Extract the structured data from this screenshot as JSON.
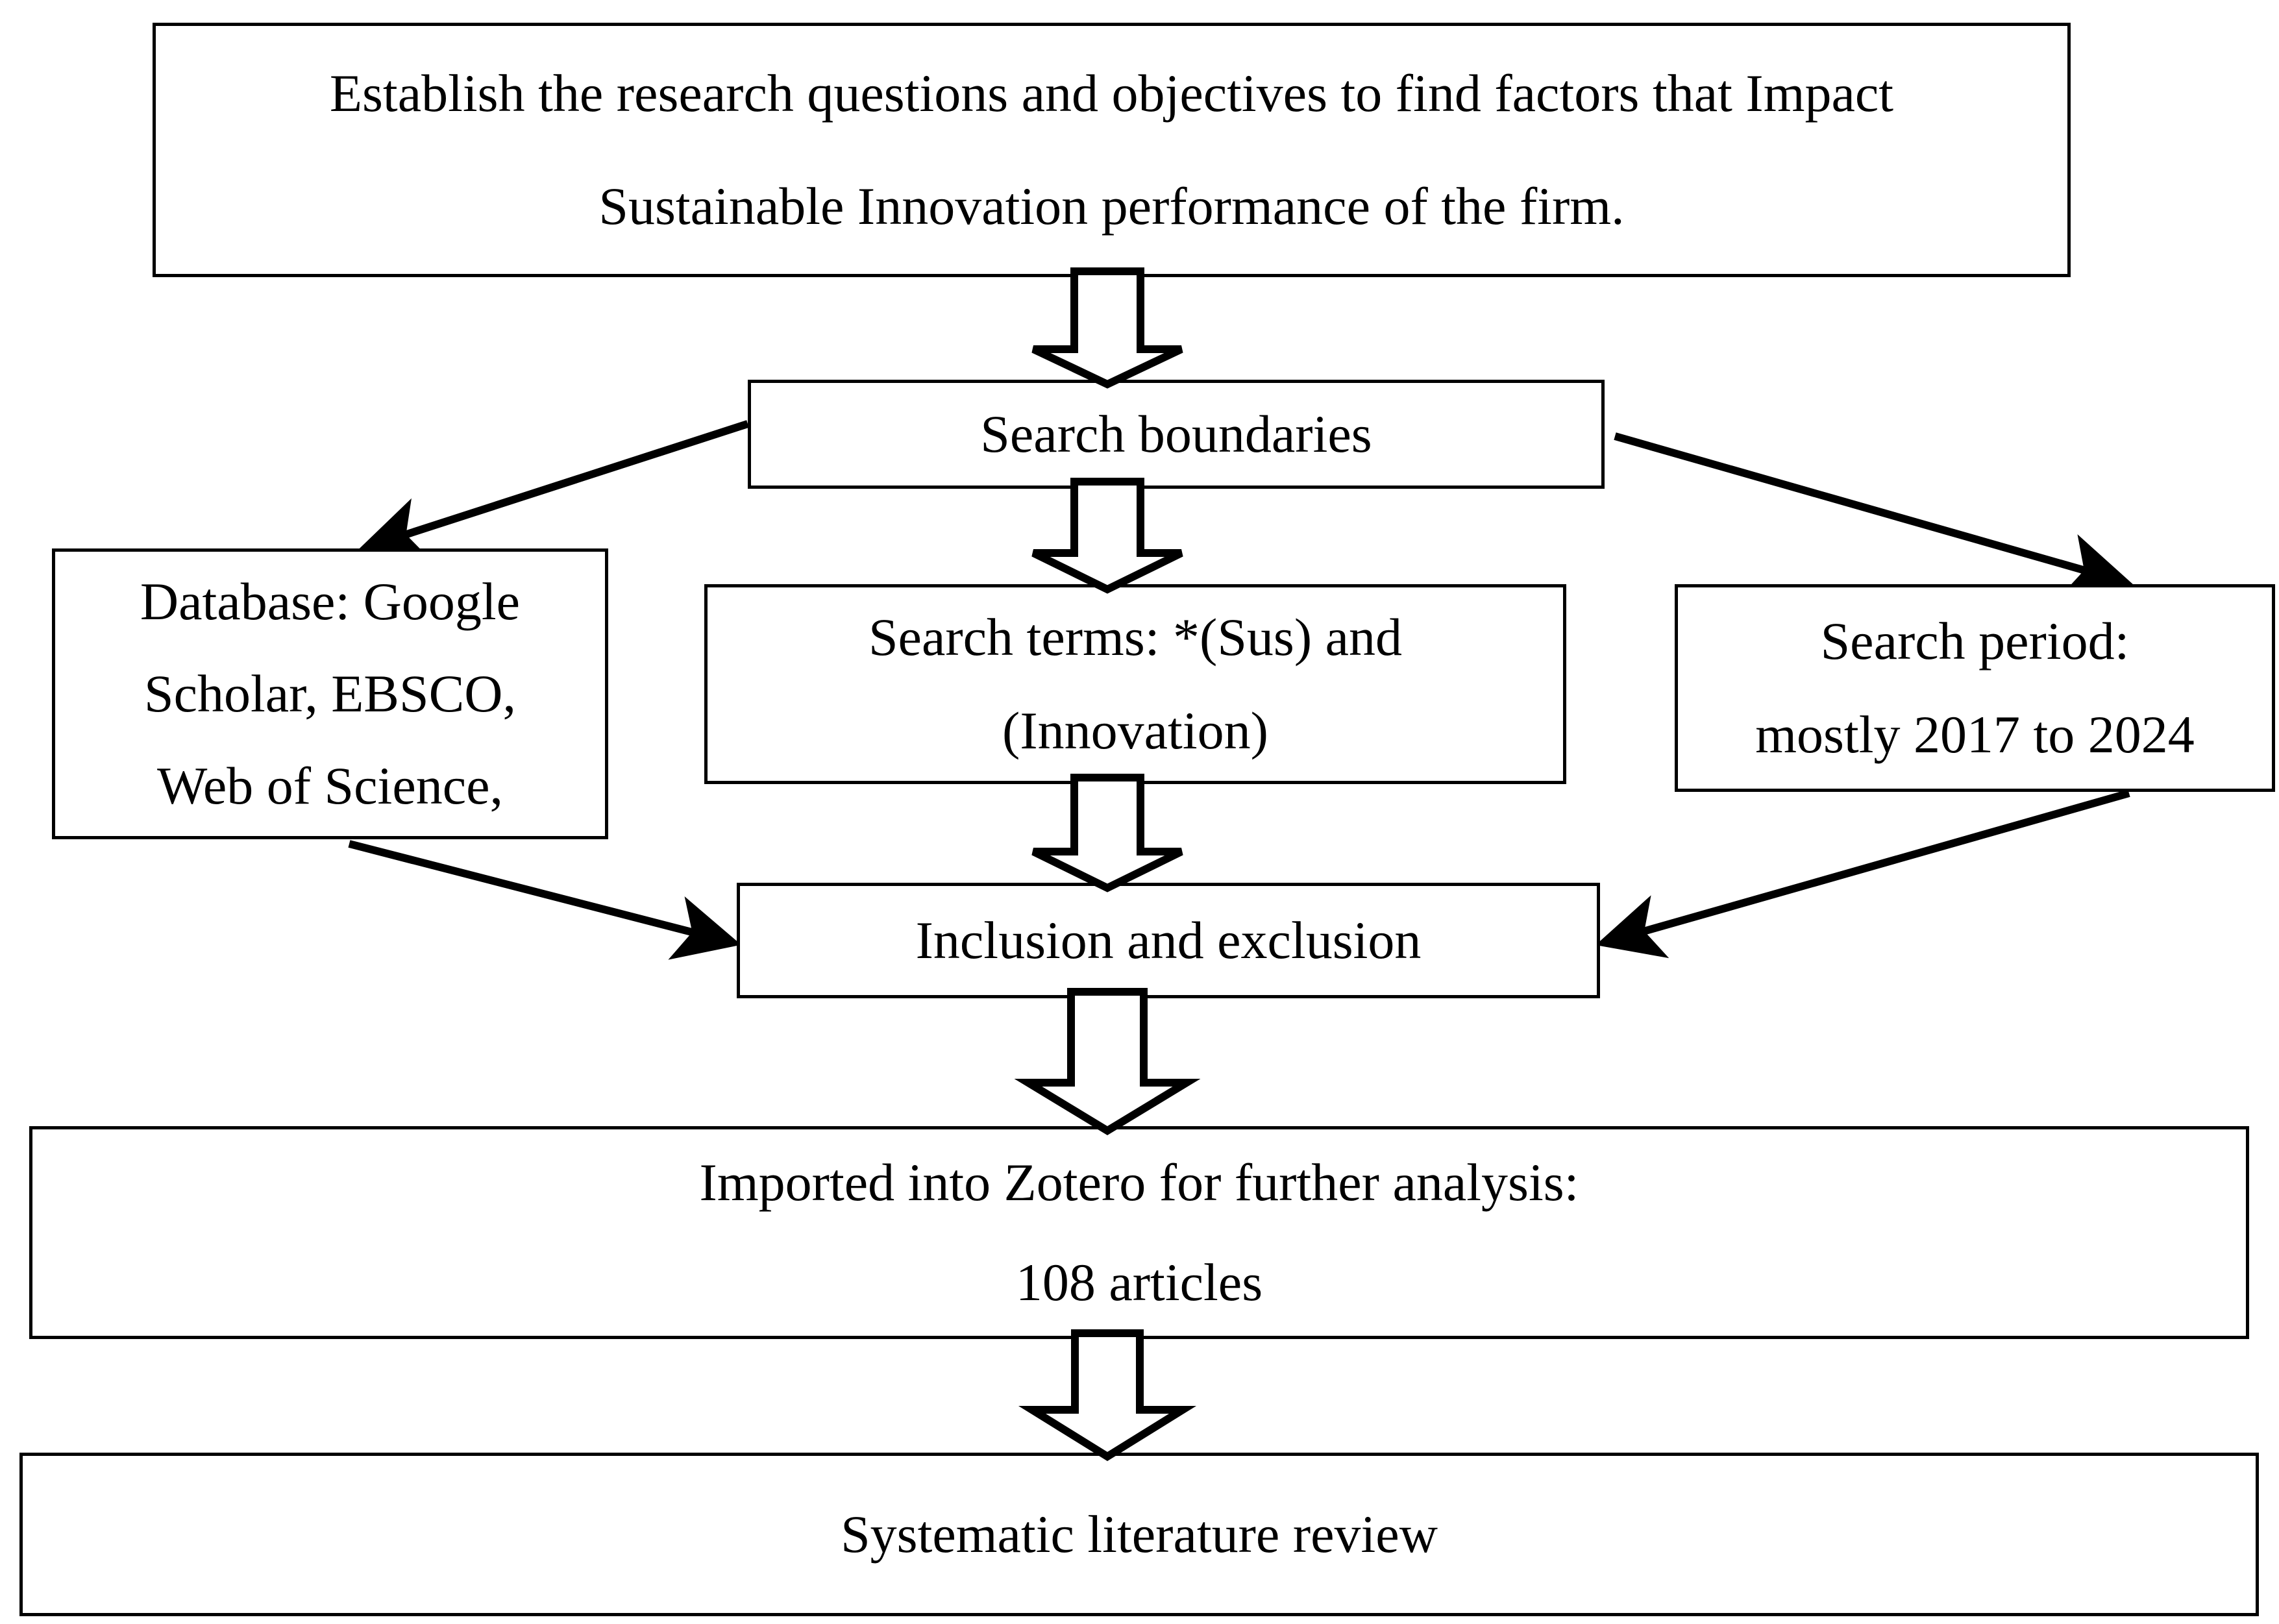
{
  "diagram": {
    "title": "Systematic literature review search methodology flowchart",
    "background_color": "#ffffff",
    "line_color": "#000000",
    "nodes": {
      "objectives": {
        "line1": "Establish the research questions and objectives to find factors that Impact",
        "line2": "Sustainable Innovation performance of the firm."
      },
      "search_boundaries": {
        "label": "Search boundaries"
      },
      "database": {
        "line1": "Database: Google",
        "line2": "Scholar, EBSCO,",
        "line3": "Web of Science,"
      },
      "search_terms": {
        "line1": "Search terms: *(Sus) and",
        "line2": "(Innovation)"
      },
      "search_period": {
        "line1": "Search period:",
        "line2": "mostly 2017 to 2024"
      },
      "inclusion": {
        "label": "Inclusion and exclusion"
      },
      "zotero": {
        "line1": "Imported into Zotero for further analysis:",
        "line2": "108 articles"
      },
      "slr": {
        "label": "Systematic literature review"
      }
    },
    "connectors": [
      {
        "name": "objectives-to-search-boundaries",
        "type": "block-arrow-down"
      },
      {
        "name": "search-boundaries-to-database",
        "type": "line-arrow-diagonal-left-down"
      },
      {
        "name": "search-boundaries-to-search-terms",
        "type": "block-arrow-down"
      },
      {
        "name": "search-boundaries-to-search-period",
        "type": "line-arrow-diagonal-right-down"
      },
      {
        "name": "database-to-inclusion",
        "type": "line-arrow-diagonal-right-down"
      },
      {
        "name": "search-terms-to-inclusion",
        "type": "block-arrow-down"
      },
      {
        "name": "search-period-to-inclusion",
        "type": "line-arrow-diagonal-left-down"
      },
      {
        "name": "inclusion-to-zotero",
        "type": "block-arrow-down"
      },
      {
        "name": "zotero-to-slr",
        "type": "block-arrow-down"
      }
    ]
  }
}
